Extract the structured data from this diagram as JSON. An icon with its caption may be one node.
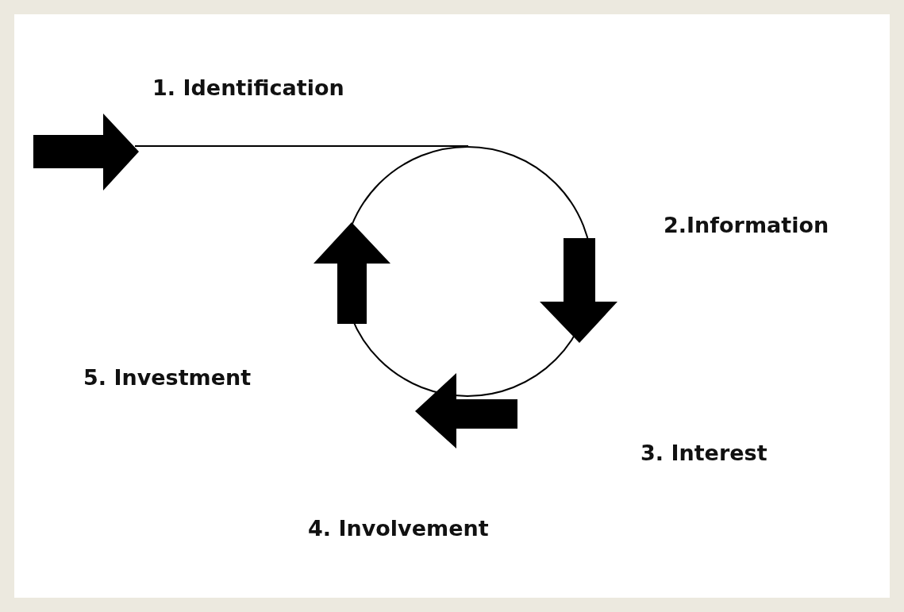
{
  "diagram": {
    "labels": [
      "1. Identification",
      "2.Information",
      "3. Interest",
      "4. Involvement",
      "5. Investment"
    ]
  }
}
